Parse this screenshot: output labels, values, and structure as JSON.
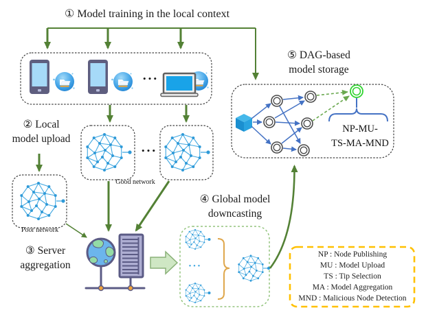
{
  "figure": {
    "step1_label": "① Model training in the local context",
    "step2_label": [
      "② Local",
      "model upload"
    ],
    "step3_label": [
      "③ Server",
      "aggregation"
    ],
    "step4_label": [
      "④ Global model",
      "downcasting"
    ],
    "step5_label": [
      "⑤ DAG-based",
      "model storage"
    ],
    "good_network_label": "Good network",
    "poor_network_label": "Poor network",
    "devices_ellipsis": "•••",
    "networks_ellipsis": "•••",
    "downcast_ellipsis": "•••",
    "dag_tag": [
      "NP-MU-",
      "TS-MA-MND"
    ]
  },
  "legend": {
    "lines": [
      "NP : Node Publishing",
      "MU : Model Upload",
      "TS : Tip Selection",
      "MA : Model Aggregation",
      "MND : Malicious Node Detection"
    ]
  },
  "icons": {
    "smartphone": "smartphone-icon",
    "local_model": "model-folder-icon",
    "laptop": "laptop-icon",
    "mesh_network": "mesh-network-icon",
    "globe": "globe-icon",
    "server_rack": "server-rack-icon",
    "cube": "cube-icon",
    "dag_node": "dag-node-icon",
    "new_dag_node": "new-node-icon",
    "flow_arrow": "block-arrow-icon"
  },
  "colors": {
    "arrow_green": "#538135",
    "mesh_blue": "#41a8e1",
    "dag_edge_blue": "#4472c4",
    "new_node_green": "#2fd42f",
    "legend_border": "#FFC000",
    "brace_orange": "#dfa74c",
    "downcast_box_green": "#93c47d",
    "block_arrow_fill": "#cfe7c4"
  }
}
